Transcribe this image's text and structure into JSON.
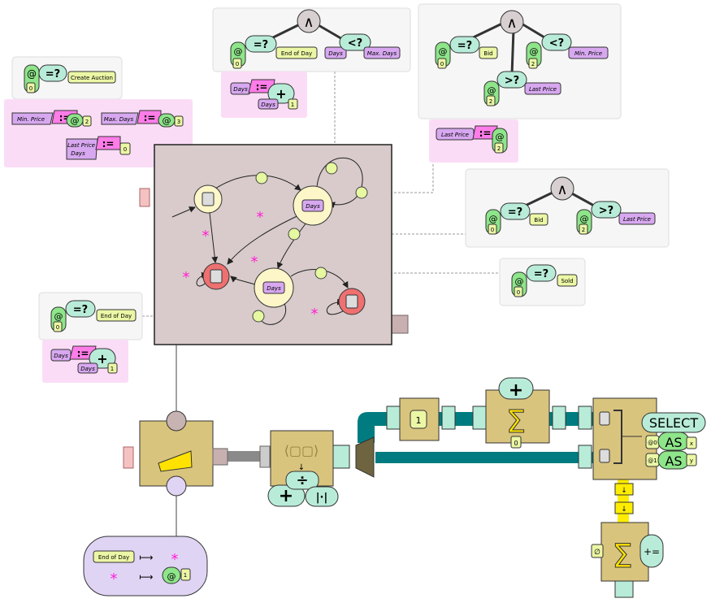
{
  "ops": {
    "and": "∧",
    "eq": "=?",
    "lt": "<?",
    "gt": ">?",
    "assign": ":=",
    "plus": "+",
    "at": "@",
    "star": "*",
    "mapsto": "⟼",
    "sigma": "Σ",
    "divide": "÷",
    "abs": "|·|",
    "empty": "∅",
    "plus_eq": "+="
  },
  "create_auction": {
    "label": "Create Auction",
    "arg": "0"
  },
  "init": {
    "min_price": "Min. Price",
    "min_price_arg": "2",
    "max_days": "Max. Days",
    "max_days_arg": "3",
    "last_price": "Last Price",
    "days": "Days",
    "zero": "0"
  },
  "guard_end": {
    "arg": "0",
    "label": "End of Day",
    "days": "Days",
    "max_days": "Max. Days"
  },
  "update_days": {
    "days": "Days",
    "days2": "Days",
    "one": "1"
  },
  "guard_bid_min": {
    "arg0": "0",
    "bid": "Bid",
    "arg2": "2",
    "min_price": "Min. Price",
    "arg2b": "2",
    "last_price": "Last Price"
  },
  "set_last_price": {
    "label": "Last Price",
    "arg": "2"
  },
  "guard_bid_last": {
    "arg0": "0",
    "bid": "Bid",
    "arg2": "2",
    "last_price": "Last Price"
  },
  "guard_sold": {
    "arg": "0",
    "label": "Sold"
  },
  "guard_end2": {
    "arg": "0",
    "label": "End of Day"
  },
  "update_days2": {
    "days": "Days",
    "days2": "Days",
    "one": "1"
  },
  "states": {
    "s1": "Days",
    "s2": "Days"
  },
  "pipeline": {
    "one": "1",
    "zero": "0",
    "select": "SELECT",
    "as": "AS",
    "as2": "AS",
    "at0": "@0",
    "at1": "@1",
    "x": "x",
    "y": "y"
  },
  "mapping": {
    "end_of_day": "End of Day",
    "one": "1"
  },
  "colors": {
    "teal": "#b8ecd9",
    "green": "#8ee58a",
    "yellow": "#ecf7a6",
    "purple": "#d7a8f0",
    "pink_bg": "#fbdcf6",
    "tan": "#d9c47e",
    "machine": "#d9cbcb",
    "red": "#ee7070",
    "star": "#ff1dd6",
    "pipe": "#007c80"
  }
}
